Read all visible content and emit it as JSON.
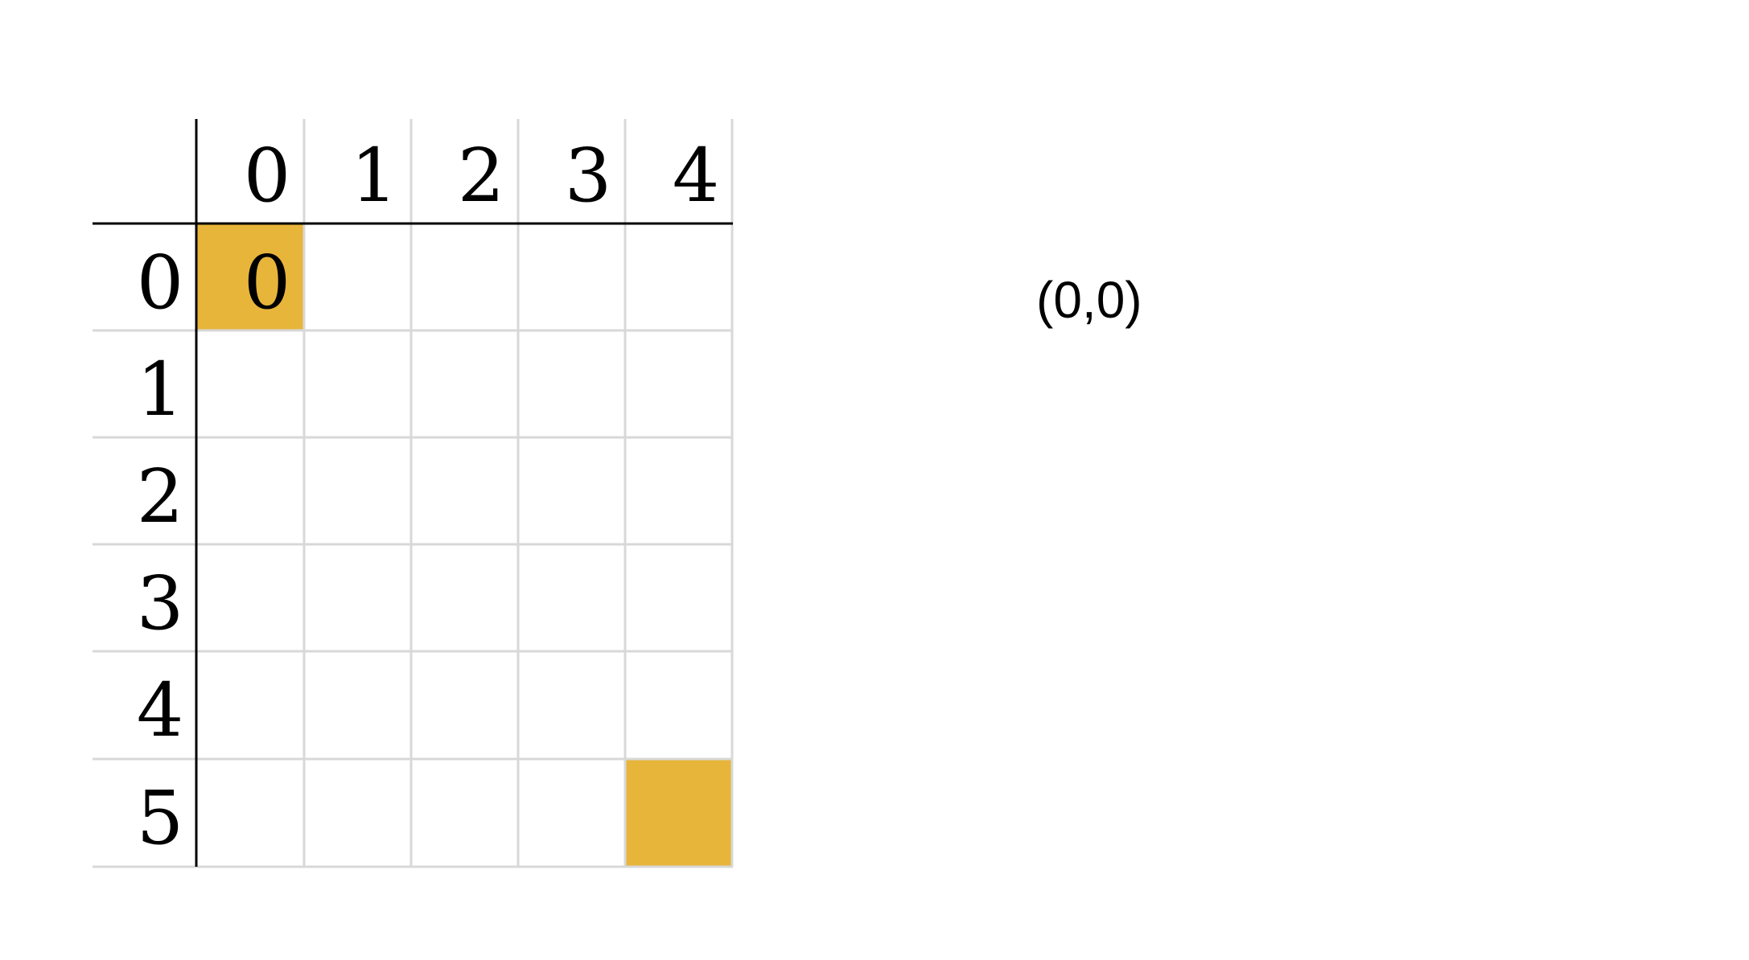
{
  "table": {
    "col_headers": [
      "0",
      "1",
      "2",
      "3",
      "4"
    ],
    "row_headers": [
      "0",
      "1",
      "2",
      "3",
      "4",
      "5"
    ],
    "highlight_color": "#E8B53B",
    "grid_color": "#D8D8D8",
    "axis_color": "#000000",
    "highlighted_cells": [
      {
        "row": 0,
        "col": 0,
        "value": "0"
      },
      {
        "row": 5,
        "col": 4,
        "value": ""
      }
    ]
  },
  "stack_panel": {
    "text": "(0,0)",
    "line_color": "#B0213A"
  }
}
